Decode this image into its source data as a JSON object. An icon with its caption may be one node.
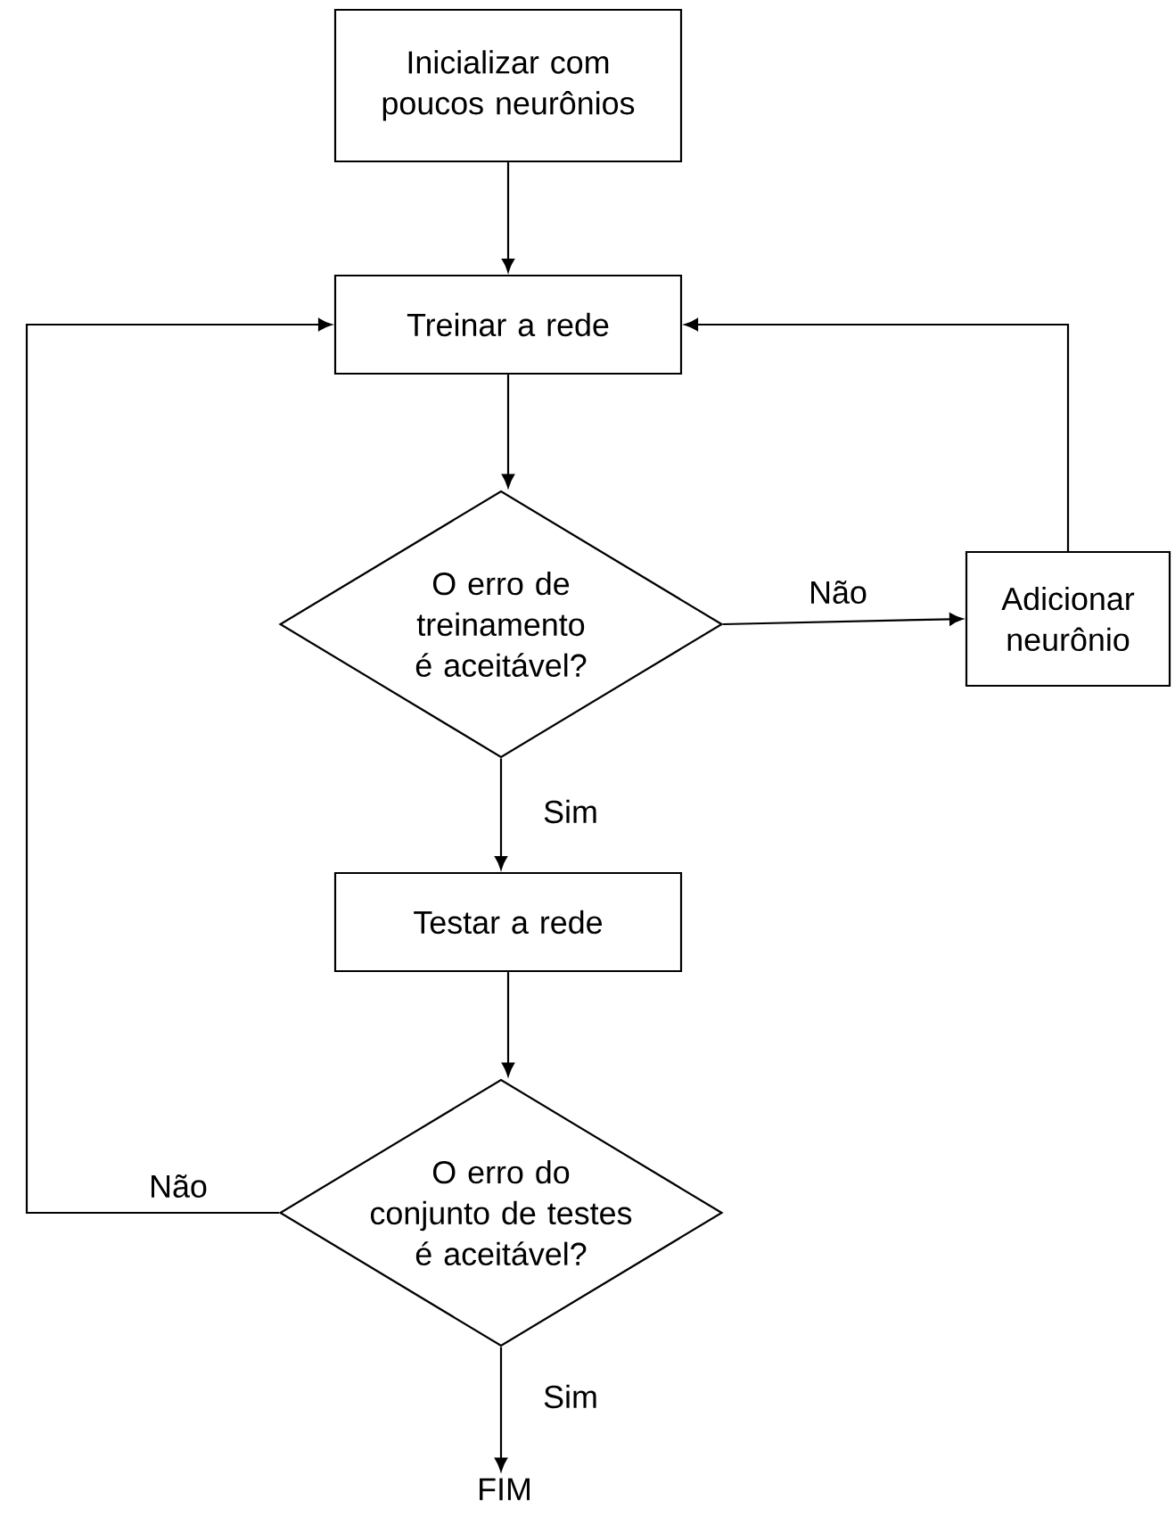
{
  "diagram": {
    "nodes": [
      {
        "text": [
          "Inicializar com poucos neurônios"
        ]
      },
      {
        "text": [
          "Treinar a rede"
        ]
      },
      {
        "text": [
          "O erro de treinamento é aceitável?"
        ]
      },
      {
        "text": [
          "Adicionar neurônio"
        ]
      },
      {
        "text": [
          "Testar a rede"
        ]
      },
      {
        "text": [
          "O erro do conjunto de testes é aceitável?"
        ]
      },
      {
        "text": [
          "FIM"
        ]
      }
    ],
    "edges": [
      {
        "from": 0,
        "to": 1,
        "arrow": "to"
      },
      {
        "from": 1,
        "to": 2,
        "arrow": "to"
      },
      {
        "from": 2,
        "to": 3,
        "arrow": "to",
        "label": "Não"
      },
      {
        "from": 3,
        "to": 1,
        "arrow": "to"
      },
      {
        "from": 2,
        "to": 4,
        "arrow": "to",
        "label": "Sim"
      },
      {
        "from": 4,
        "to": 5,
        "arrow": "to"
      },
      {
        "from": 5,
        "to": 1,
        "arrow": "to",
        "label": "Não"
      },
      {
        "from": 5,
        "to": 6,
        "arrow": "to",
        "label": "Sim"
      }
    ]
  }
}
